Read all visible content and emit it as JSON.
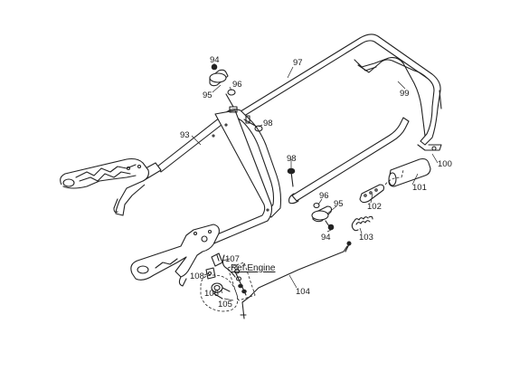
{
  "diagram": {
    "ref_engine_label": "Ref Engine",
    "callouts": {
      "p93": "93",
      "p94a": "94",
      "p94b": "94",
      "p95a": "95",
      "p95b": "95",
      "p96a": "96",
      "p96b": "96",
      "p97": "97",
      "p98a": "98",
      "p98b": "98",
      "p99": "99",
      "p100": "100",
      "p101": "101",
      "p102": "102",
      "p103": "103",
      "p104": "104",
      "p105": "105",
      "p106": "106",
      "p107": "107",
      "p108": "108"
    }
  }
}
